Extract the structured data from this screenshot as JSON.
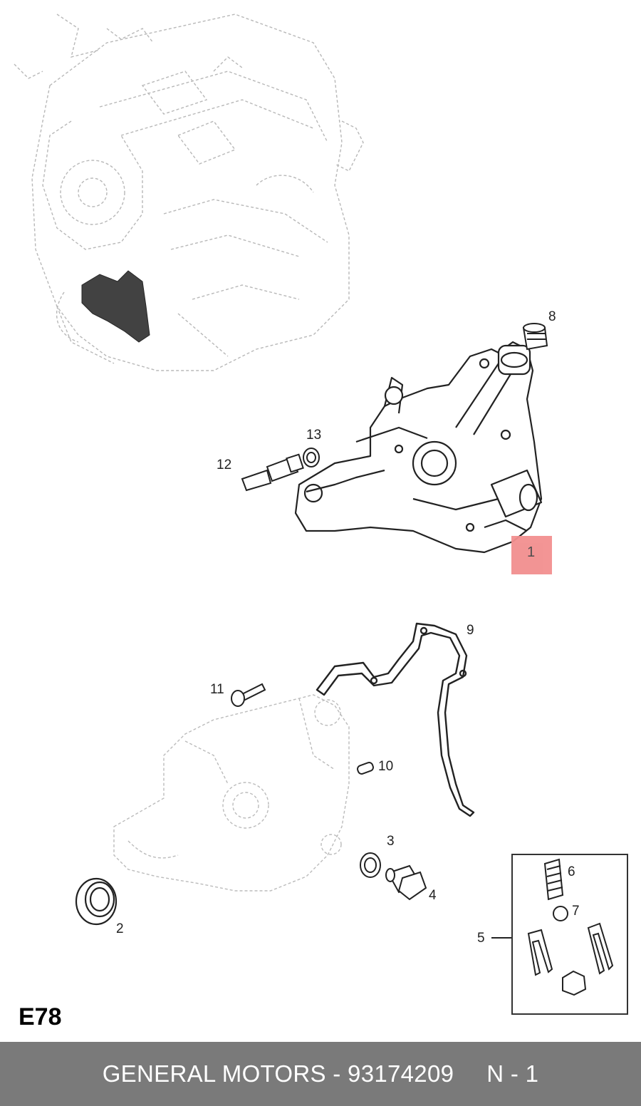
{
  "diagram": {
    "code": "E78",
    "callouts": {
      "c1": "1",
      "c2": "2",
      "c3": "3",
      "c4": "4",
      "c5": "5",
      "c6": "6",
      "c7": "7",
      "c8": "8",
      "c9": "9",
      "c10": "10",
      "c11": "11",
      "c12": "12",
      "c13": "13"
    },
    "highlight_color": "#f28f8f"
  },
  "footer": {
    "part_text": "GENERAL MOTORS - 93174209",
    "qty_text": "N - 1",
    "background": "#7a7a7a"
  }
}
